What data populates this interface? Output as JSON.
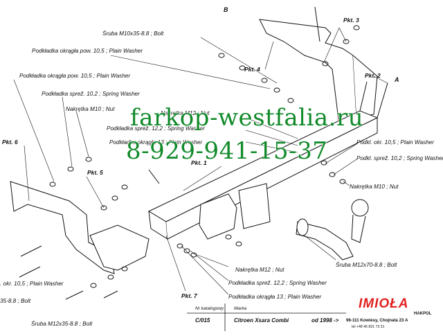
{
  "labels": {
    "bolt_top": "Śruba M10x35-8.8  ;  Bolt",
    "washer_10_5_top": "Podkładka okrągła pow. 10,5 ; Plain Washer",
    "washer_10_5_left": "Podkładka okrągła pow. 10,5 ; Plain Washer",
    "spring_washer_left": "Podkładka sprež. 10,2 ; Spring Washer",
    "nut_m10_left": "Nakrętka  M10 ; Nut",
    "nut_m12_mid": "Nakrętka  M12 ; Nut",
    "spring_12_2_mid": "Podkładka sprež. 12,2 ; Spring Washer",
    "washer_13_mid": "Podkładka okrągła 13 ; Plain Washer",
    "plain_washer_right": "Podkl. okr. 10,5 ; Plain Washer",
    "spring_washer_right": "Podkl. sprež. 10,2 ; Spring Washer",
    "nut_m10_right": "Nakrętka  M10 ; Nut",
    "bolt_m12x70": "Śruba M12x70-8.8   ;  Bolt",
    "nut_m12_bottom": "Nakrętka  M12 ; Nut",
    "spring_12_2_bottom": "Podkładka sprež. 12,2 ; Spring Washer",
    "washer_13_bottom": "Podkładka okrągła 13 ; Plain Washer",
    "plain_washer_left_cut": ". okr. 10,5 ; Plain Washer",
    "bolt_left_cut": "35-8.8  ;  Bolt",
    "bolt_m12x35": "Śruba M12x35-8.8  ;  Bolt"
  },
  "pkt": {
    "p1": "Pkt. 1",
    "p2": "Pkt. 2",
    "p3": "Pkt. 3",
    "p4": "Pkt. 4",
    "p5": "Pkt. 5",
    "p6": "Pkt. 6",
    "p7": "Pkt. 7"
  },
  "letters": {
    "a": "A",
    "b": "B"
  },
  "watermark": {
    "site": "farkop-westfalia.ru",
    "phone": "8-929-941-15-37"
  },
  "titleblock": {
    "nr_label": "Nr katalogowy",
    "marka_label": "Marka",
    "catalog_no": "C/015",
    "model": "Citroen Xsara Combi",
    "year": "od 1998 ->"
  },
  "company": {
    "logo": "IMIOŁA",
    "sub": "HAKPOL",
    "address": "96-111 Kowiesy, Chojnata 23 A",
    "phone": "tel +48 46 831 73 31"
  },
  "colors": {
    "watermark": "#118a2a",
    "logo": "#e02020",
    "line": "#111111"
  }
}
